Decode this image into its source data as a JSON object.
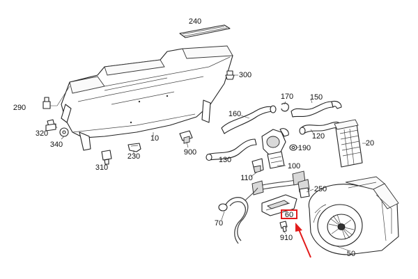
{
  "labels": {
    "p240": "240",
    "p300": "300",
    "p290": "290",
    "p170": "170",
    "p150": "150",
    "p160": "160",
    "p320": "320",
    "p340": "340",
    "p120": "120",
    "p20": "20",
    "p10": "10",
    "p230": "230",
    "p900": "900",
    "p190": "190",
    "p130": "130",
    "p310": "310",
    "p100": "100",
    "p110": "110",
    "p250": "250",
    "p70": "70",
    "p60": "60",
    "p910": "910",
    "p50": "50"
  },
  "highlight": {
    "part": "60",
    "color": "#e21b1b"
  }
}
